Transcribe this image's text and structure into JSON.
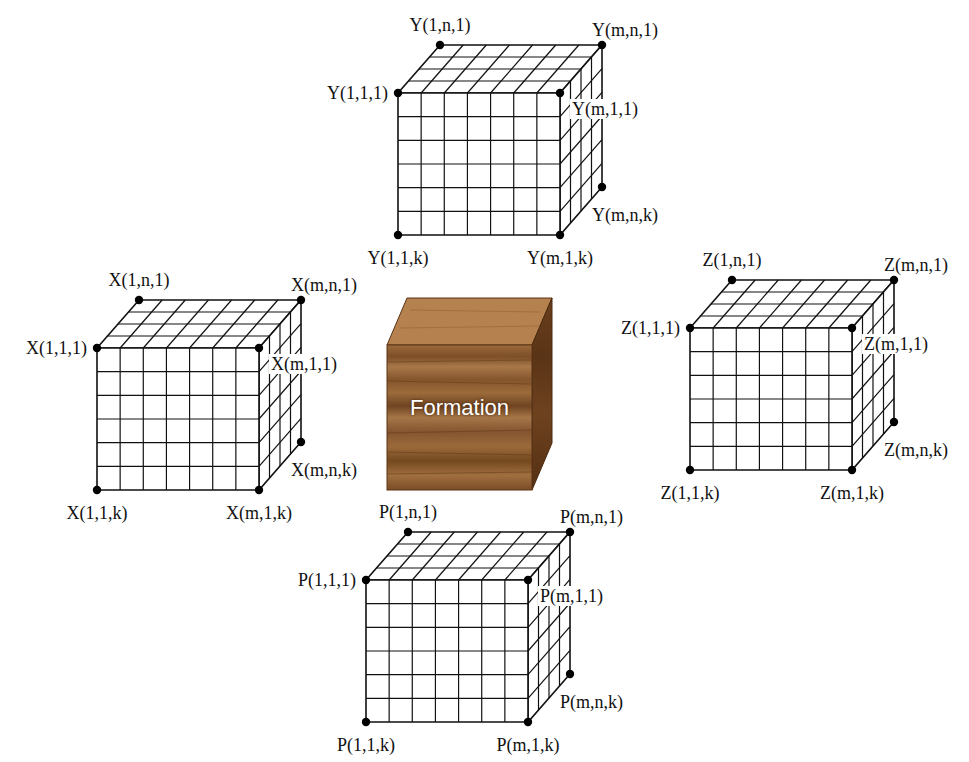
{
  "diagram": {
    "nodes": [
      {
        "text": [
          "Formation"
        ]
      }
    ],
    "labels": [
      "Y(1,n,1)",
      "Y(m,n,1)",
      "Y(1,1,1)",
      "Y(m,1,1)",
      "Y(m,n,k)",
      "Y(1,1,k)",
      "Y(m,1,k)",
      "X(1,n,1)",
      "X(m,n,1)",
      "X(1,1,1)",
      "X(m,1,1)",
      "X(m,n,k)",
      "X(1,1,k)",
      "X(m,1,k)",
      "Z(1,n,1)",
      "Z(m,n,1)",
      "Z(1,1,1)",
      "Z(m,1,1)",
      "Z(m,n,k)",
      "Z(1,1,k)",
      "Z(m,1,k)",
      "P(1,n,1)",
      "P(m,n,1)",
      "P(1,1,1)",
      "P(m,1,1)",
      "P(m,n,k)",
      "P(1,1,k)",
      "P(m,1,k)"
    ]
  }
}
